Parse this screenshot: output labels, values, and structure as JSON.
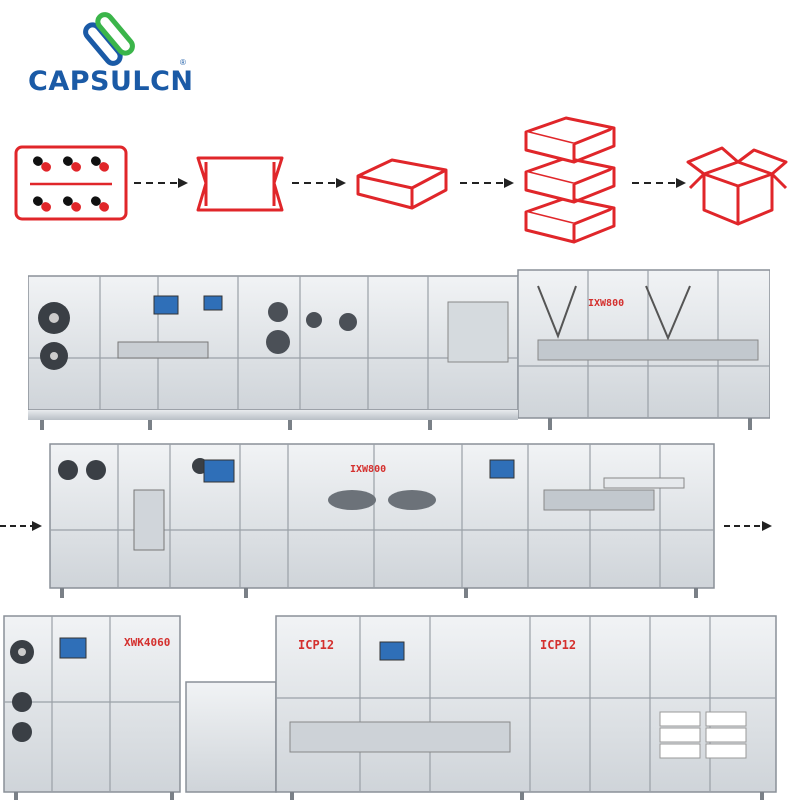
{
  "brand": {
    "name": "CAPSULCN",
    "registered": "®",
    "colors": {
      "blue": "#1a5aa6",
      "green": "#3bb54a"
    }
  },
  "flow": {
    "accent_color": "#e0262a",
    "steps": [
      {
        "icon": "capsule-blister-icon"
      },
      {
        "icon": "sachet-pouch-icon"
      },
      {
        "icon": "single-carton-icon"
      },
      {
        "icon": "stacked-cartons-icon"
      },
      {
        "icon": "open-shipping-box-icon"
      }
    ],
    "arrow_icon": "dashed-arrow-icon"
  },
  "machines": [
    {
      "icon": "packaging-line-icon",
      "labels": [
        "IXW800"
      ]
    },
    {
      "icon": "packaging-line-icon",
      "labels": [
        "IXW800"
      ]
    },
    {
      "icon": "packaging-line-icon",
      "labels": [
        "XWK4060",
        "ICP12",
        "ICP12"
      ]
    }
  ],
  "label_color": "#d4302e"
}
